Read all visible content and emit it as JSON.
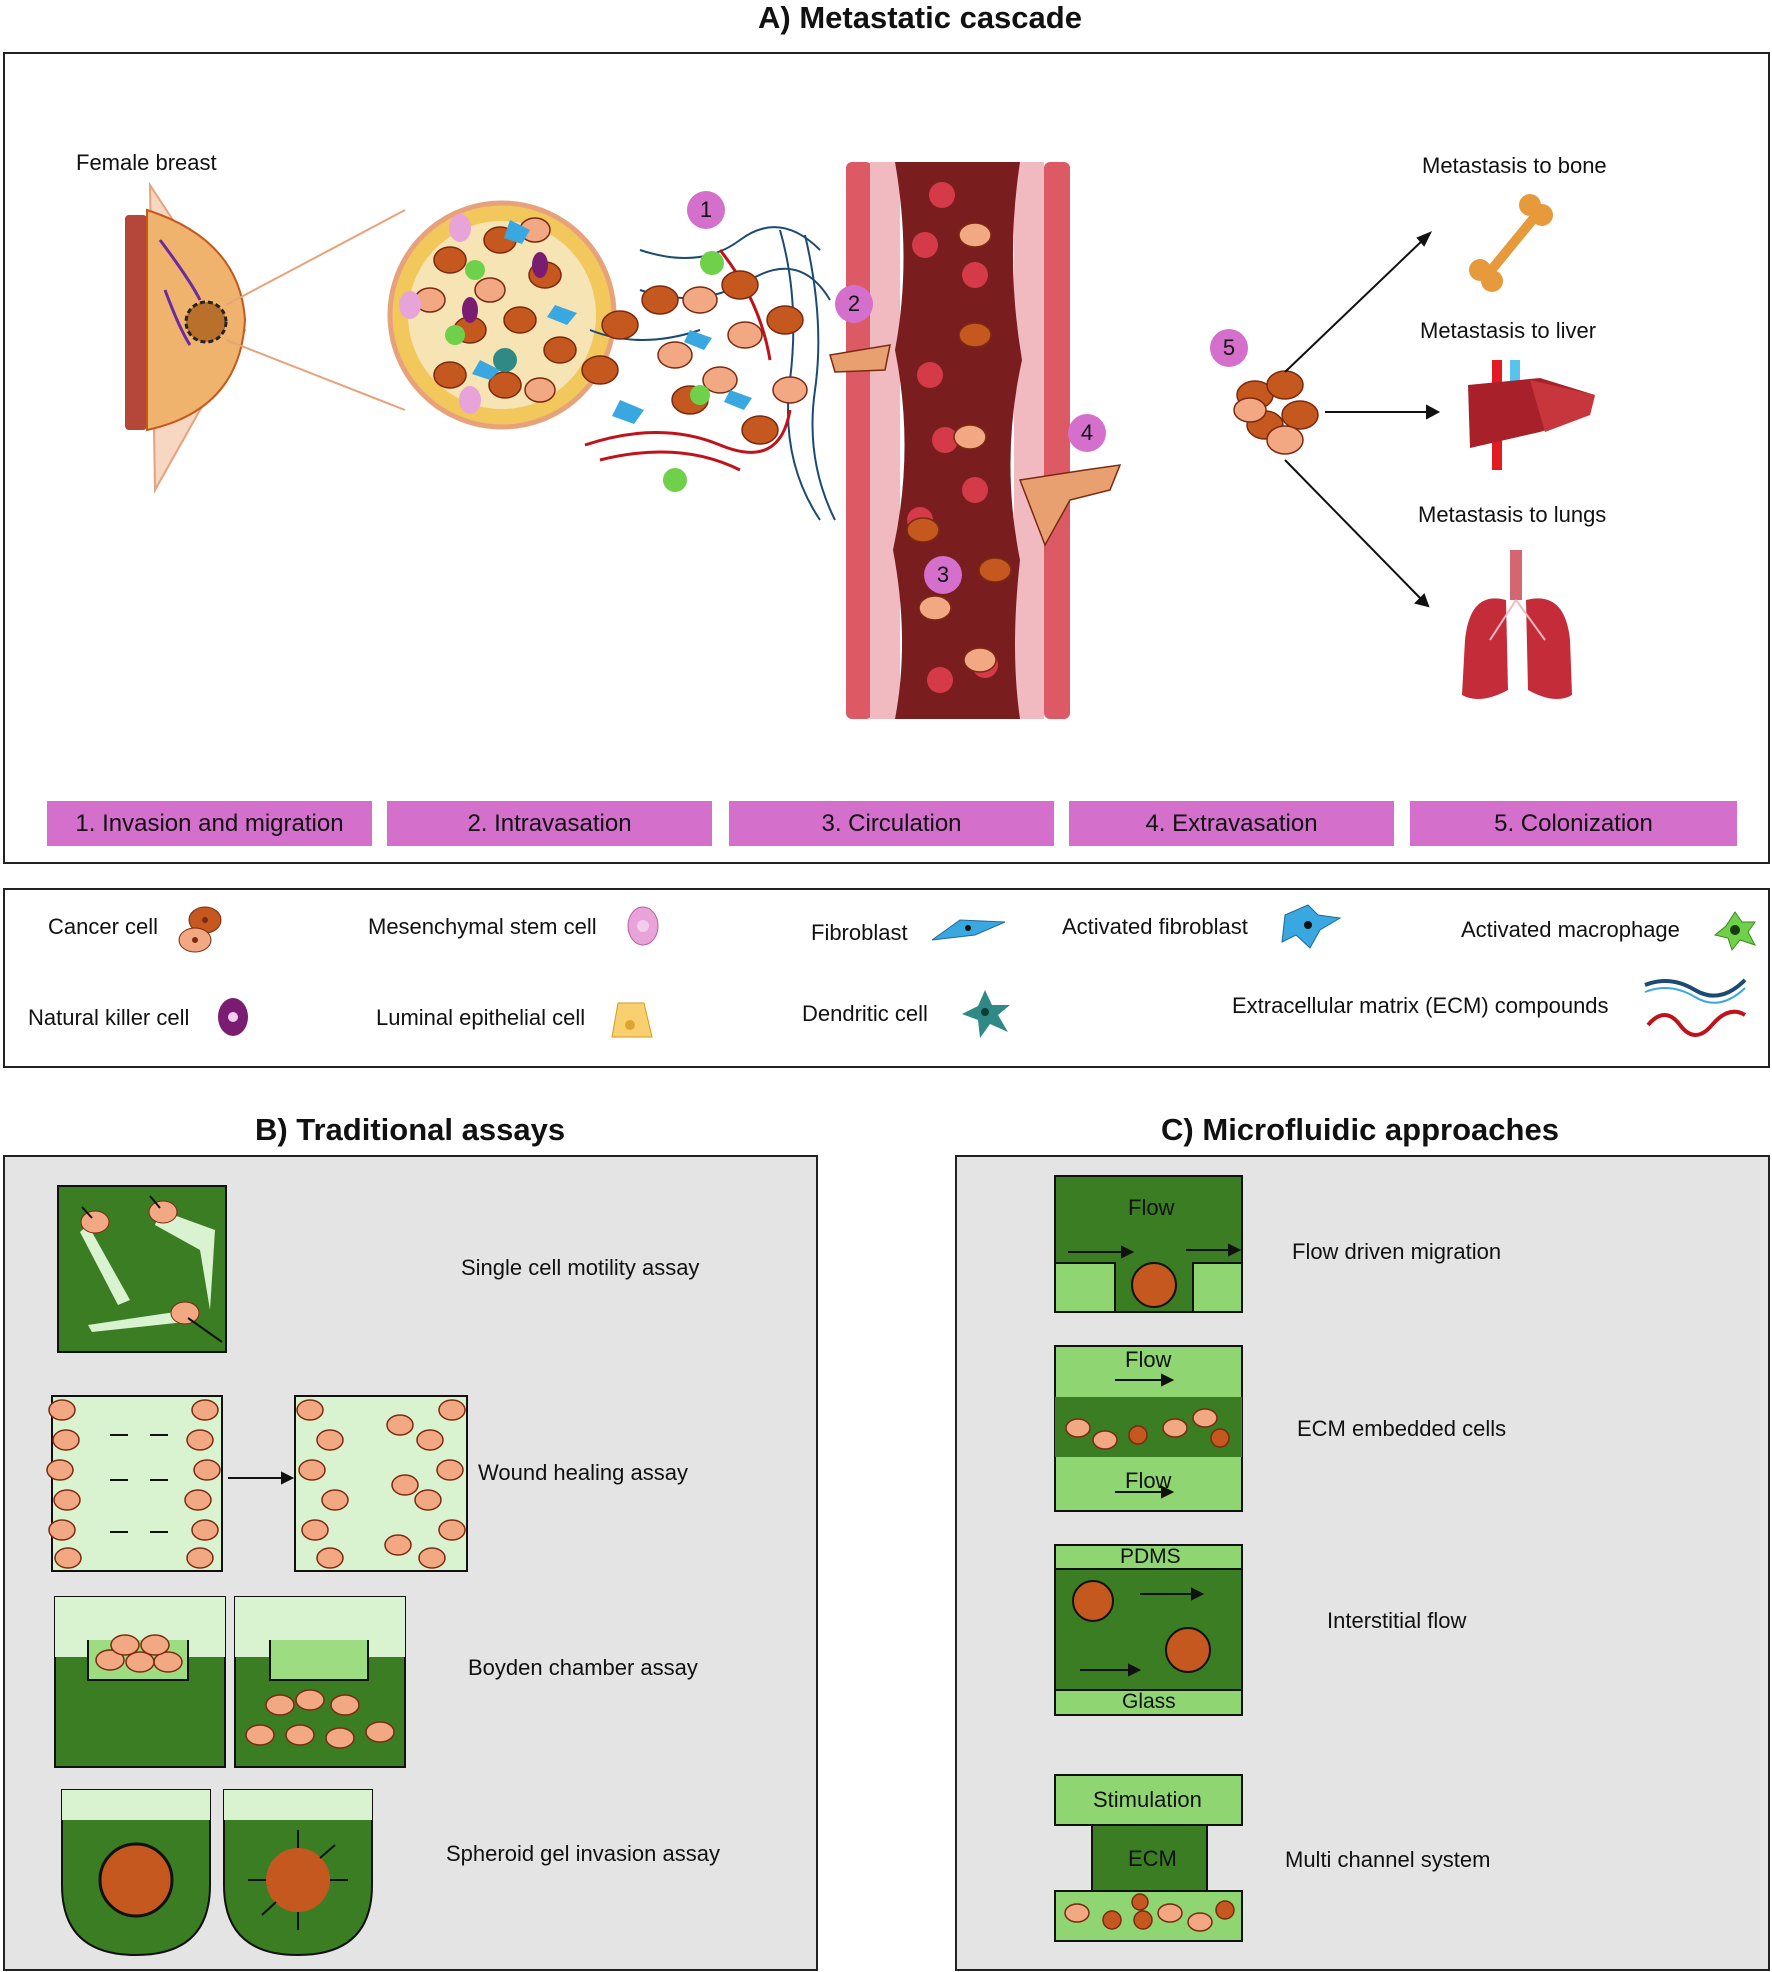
{
  "panel_a": {
    "title": "A) Metastatic cascade",
    "breast_label": "Female breast",
    "destinations": [
      "Metastasis to bone",
      "Metastasis to liver",
      "Metastasis to lungs"
    ],
    "markers": [
      "1",
      "2",
      "3",
      "4",
      "5"
    ],
    "stages": [
      "1. Invasion and migration",
      "2. Intravasation",
      "3. Circulation",
      "4. Extravasation",
      "5. Colonization"
    ]
  },
  "legend": {
    "items": [
      "Cancer cell",
      "Mesenchymal stem cell",
      "Fibroblast",
      "Activated fibroblast",
      "Activated macrophage",
      "Natural killer cell",
      "Luminal epithelial cell",
      "Dendritic cell",
      "Extracellular matrix (ECM) compounds"
    ]
  },
  "panel_b": {
    "title": "B) Traditional assays",
    "assays": [
      "Single cell motility assay",
      "Wound healing assay",
      "Boyden chamber assay",
      "Spheroid gel invasion assay"
    ]
  },
  "panel_c": {
    "title": "C) Microfluidic approaches",
    "approaches": [
      "Flow driven migration",
      "ECM embedded cells",
      "Interstitial flow",
      "Multi channel system"
    ],
    "flow_labels": [
      "Flow",
      "Flow",
      "Flow"
    ],
    "interstitial_labels": [
      "PDMS",
      "Glass"
    ],
    "multi_labels": [
      "Stimulation",
      "ECM"
    ]
  },
  "colors": {
    "cancer": "#c4581e",
    "cancer_light": "#f2a883",
    "stage": "#d46fcc",
    "vessel": "#7a1d1f",
    "dark_green": "#3a7d22",
    "light_green": "#8fd672",
    "pale_green": "#d9f2cf",
    "panel_grey": "#e4e4e4"
  }
}
